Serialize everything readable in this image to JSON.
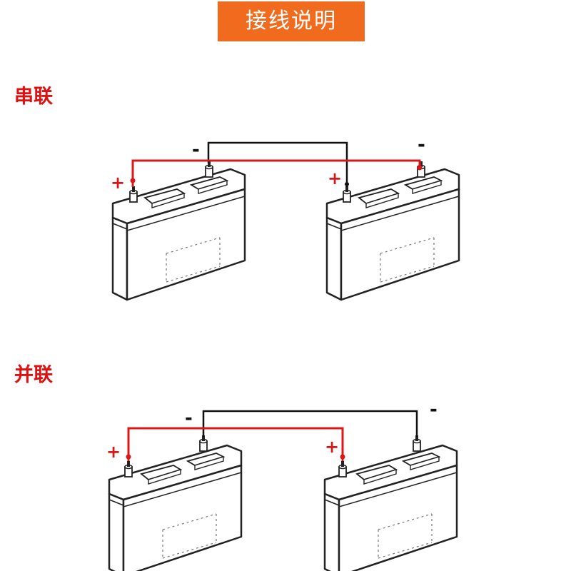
{
  "title": "接线说明",
  "sections": {
    "series": {
      "label": "串联",
      "plus": "+",
      "minus": "-"
    },
    "parallel": {
      "label": "并联",
      "plus": "+",
      "minus": "-"
    }
  },
  "colors": {
    "banner": "#f06b1e",
    "label": "#e01010",
    "positive_wire": "#d81818",
    "negative_wire": "#111111"
  },
  "diagram": {
    "series": "left battery negative connected to right battery positive; left positive and right negative are the outputs",
    "parallel": "positive terminals connected together (red); negative terminals connected together (black)"
  }
}
